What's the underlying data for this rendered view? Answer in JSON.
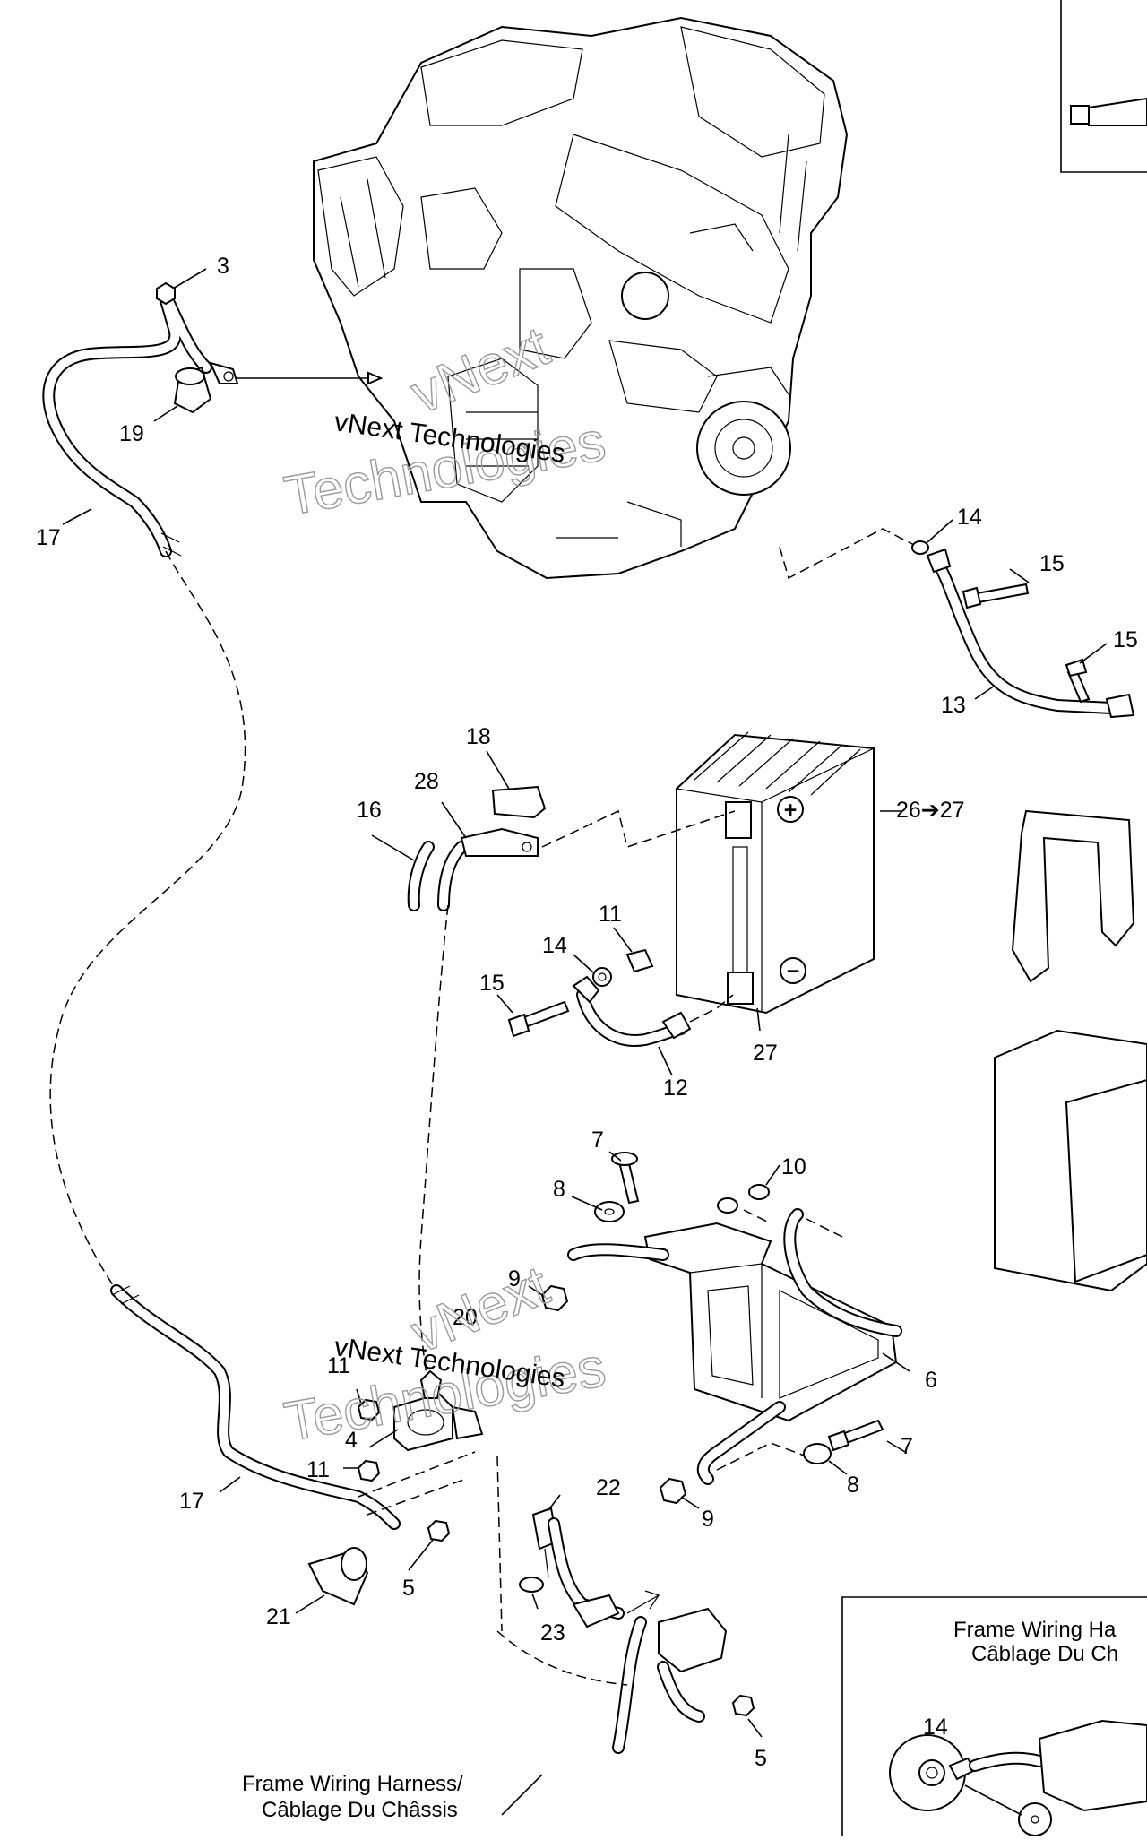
{
  "callouts": {
    "c3": "3",
    "c19": "19",
    "c17a": "17",
    "c17b": "17",
    "c14a": "14",
    "c15a": "15",
    "c15b": "15",
    "c13": "13",
    "c18": "18",
    "c28": "28",
    "c16": "16",
    "c26": "26➔27",
    "c11a": "11",
    "c14b": "14",
    "c15c": "15",
    "c27": "27",
    "c12": "12",
    "c7a": "7",
    "c10": "10",
    "c8a": "8",
    "c9a": "9",
    "c20": "20",
    "c11b": "11",
    "c4": "4",
    "c11c": "11",
    "c6": "6",
    "c7b": "7",
    "c8b": "8",
    "c9b": "9",
    "c22": "22",
    "c5a": "5",
    "c21": "21",
    "c23": "23",
    "c5b": "5",
    "c14c": "14"
  },
  "battery": {
    "plus": "+",
    "minus": "−"
  },
  "harness_label": {
    "line1": "Frame Wiring Harness/",
    "line2": "Câblage Du Châssis"
  },
  "inset_label": {
    "line1": "Frame Wiring Ha",
    "line2": "Câblage Du Ch"
  },
  "watermark": {
    "top_line": "vNext Technologies",
    "outline_a": "vNext",
    "outline_b": "Technologies",
    "mid_line": "vNext Technologies"
  }
}
